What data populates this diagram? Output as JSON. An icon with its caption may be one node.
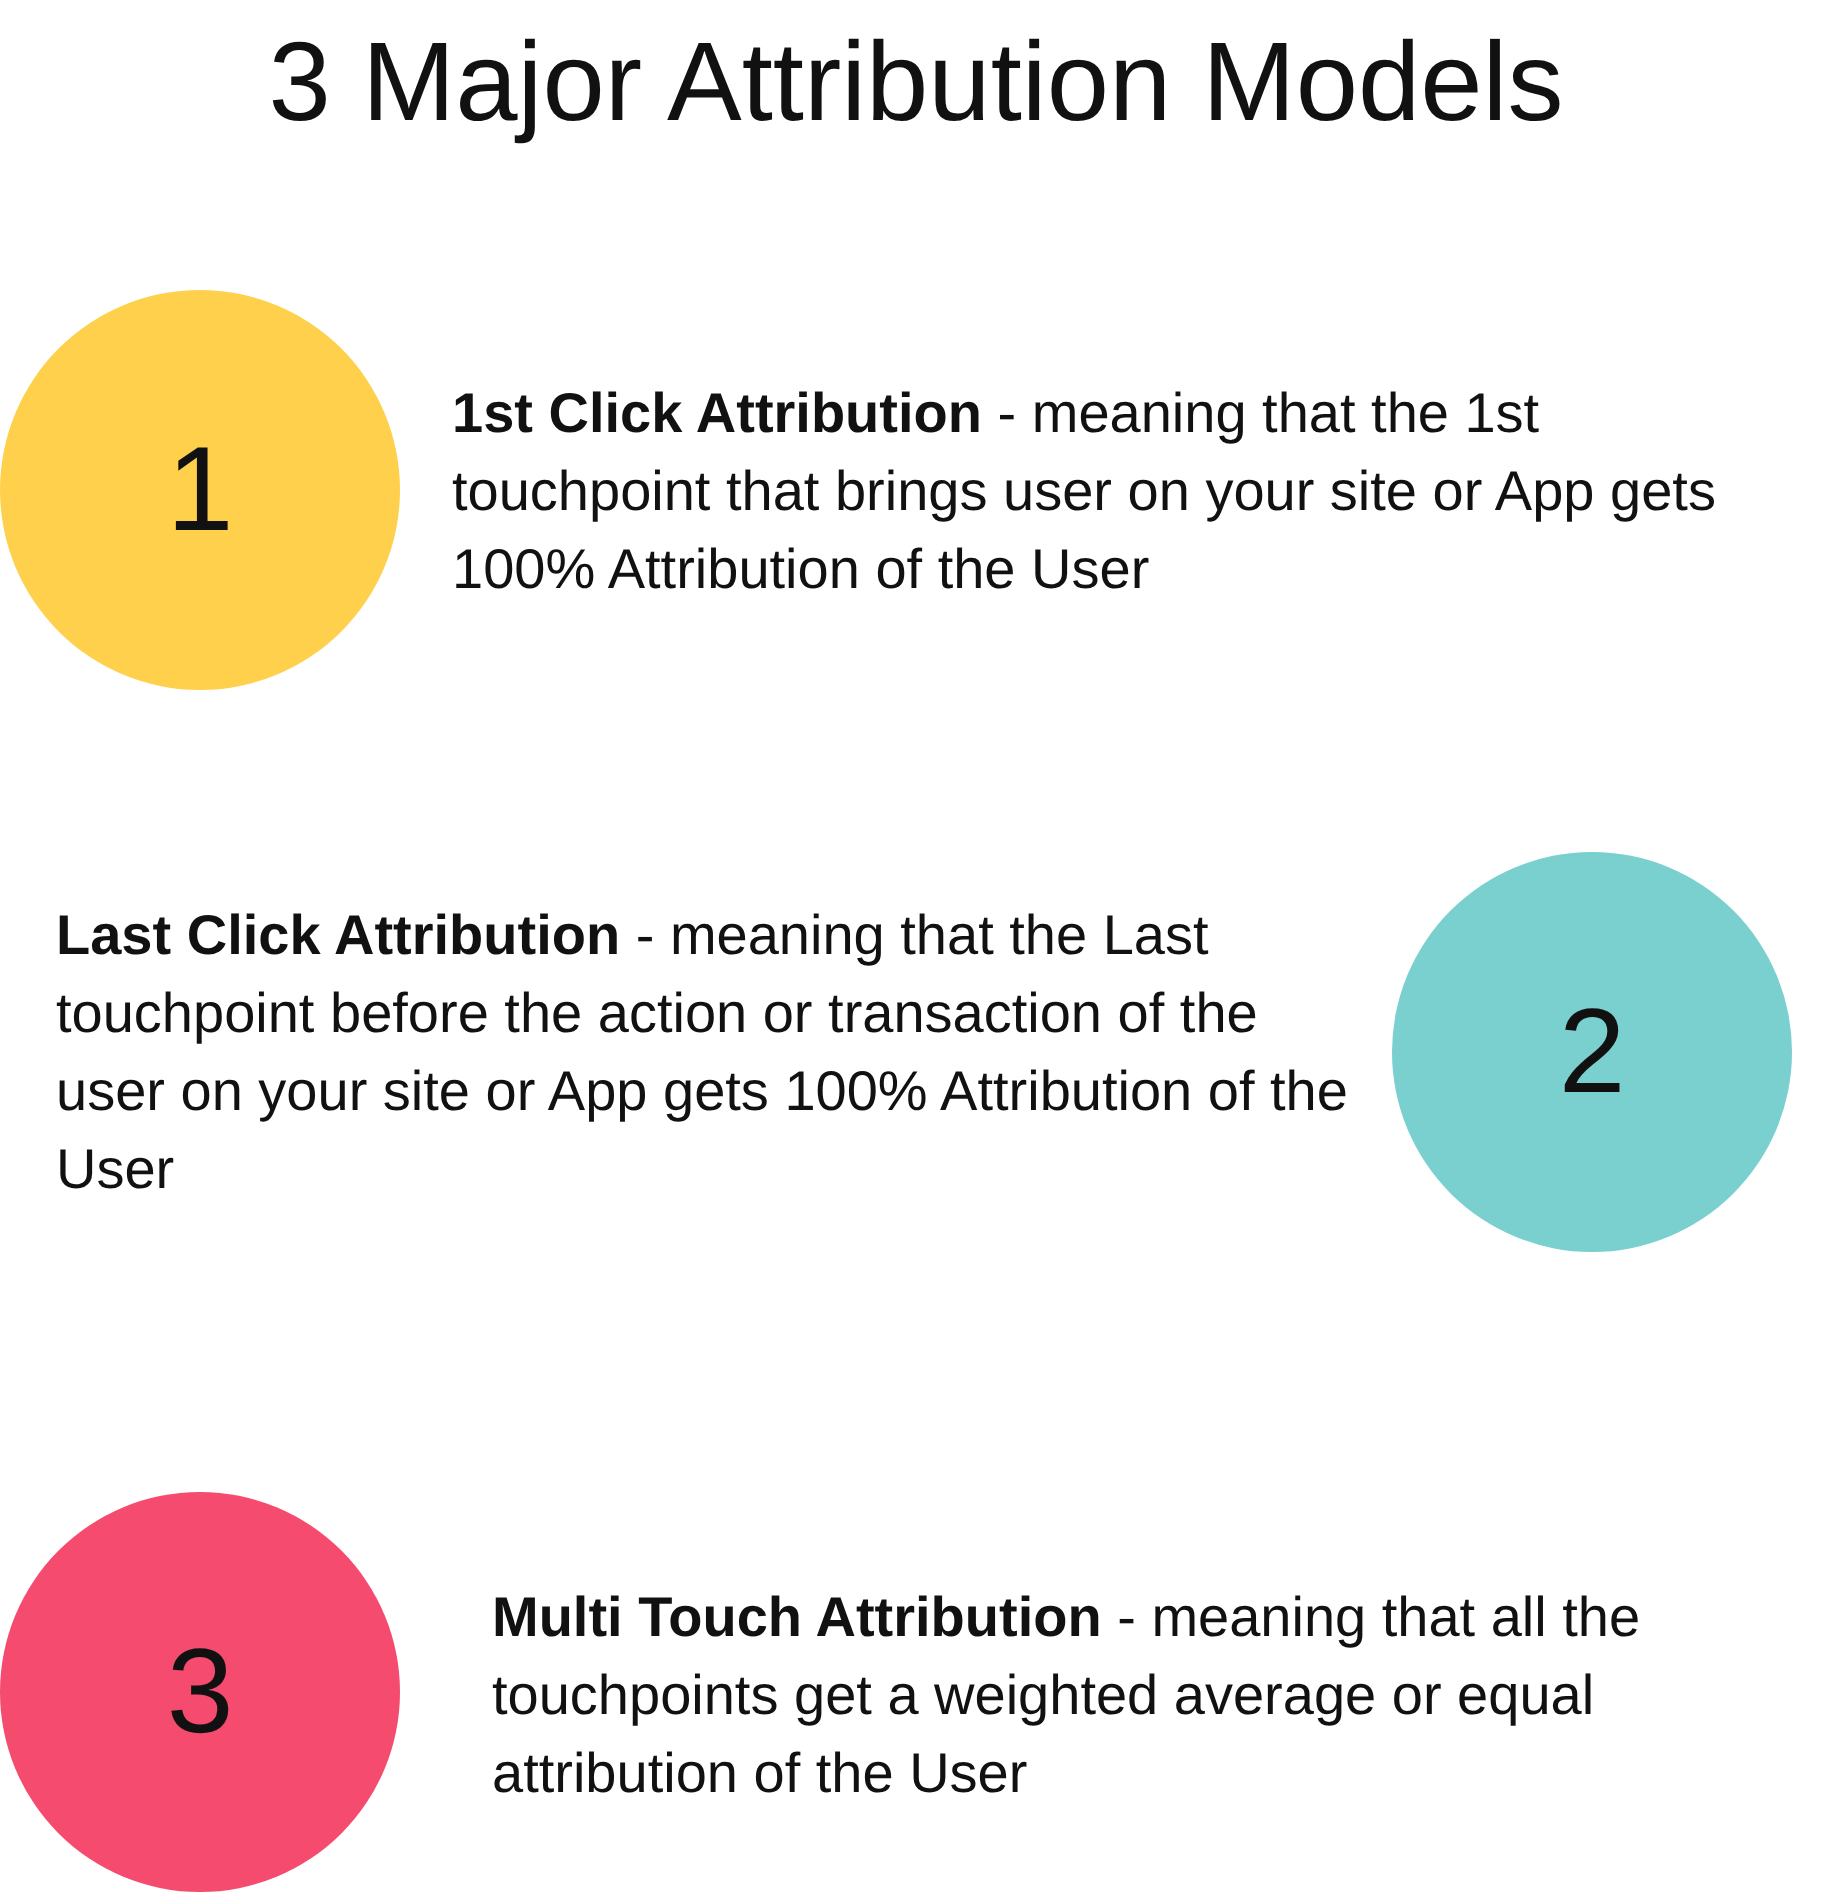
{
  "diagram": {
    "title": "3 Major Attribution Models",
    "nodes": [
      {
        "text": [
          "1"
        ],
        "beside": [
          "**1st Click Attribution** - meaning that the 1st touchpoint that brings user on your site or App gets 100% Attribution of the User"
        ]
      },
      {
        "text": [
          "2"
        ],
        "beside": [
          "**Last Click Attribution** - meaning that the Last touchpoint before the action or transaction of the user on your site or App gets 100% Attribution of the User"
        ]
      },
      {
        "text": [
          "3"
        ],
        "beside": [
          "**Multi Touch Attribution** - meaning that all the touchpoints get a weighted average or equal attribution of the User"
        ]
      }
    ]
  }
}
